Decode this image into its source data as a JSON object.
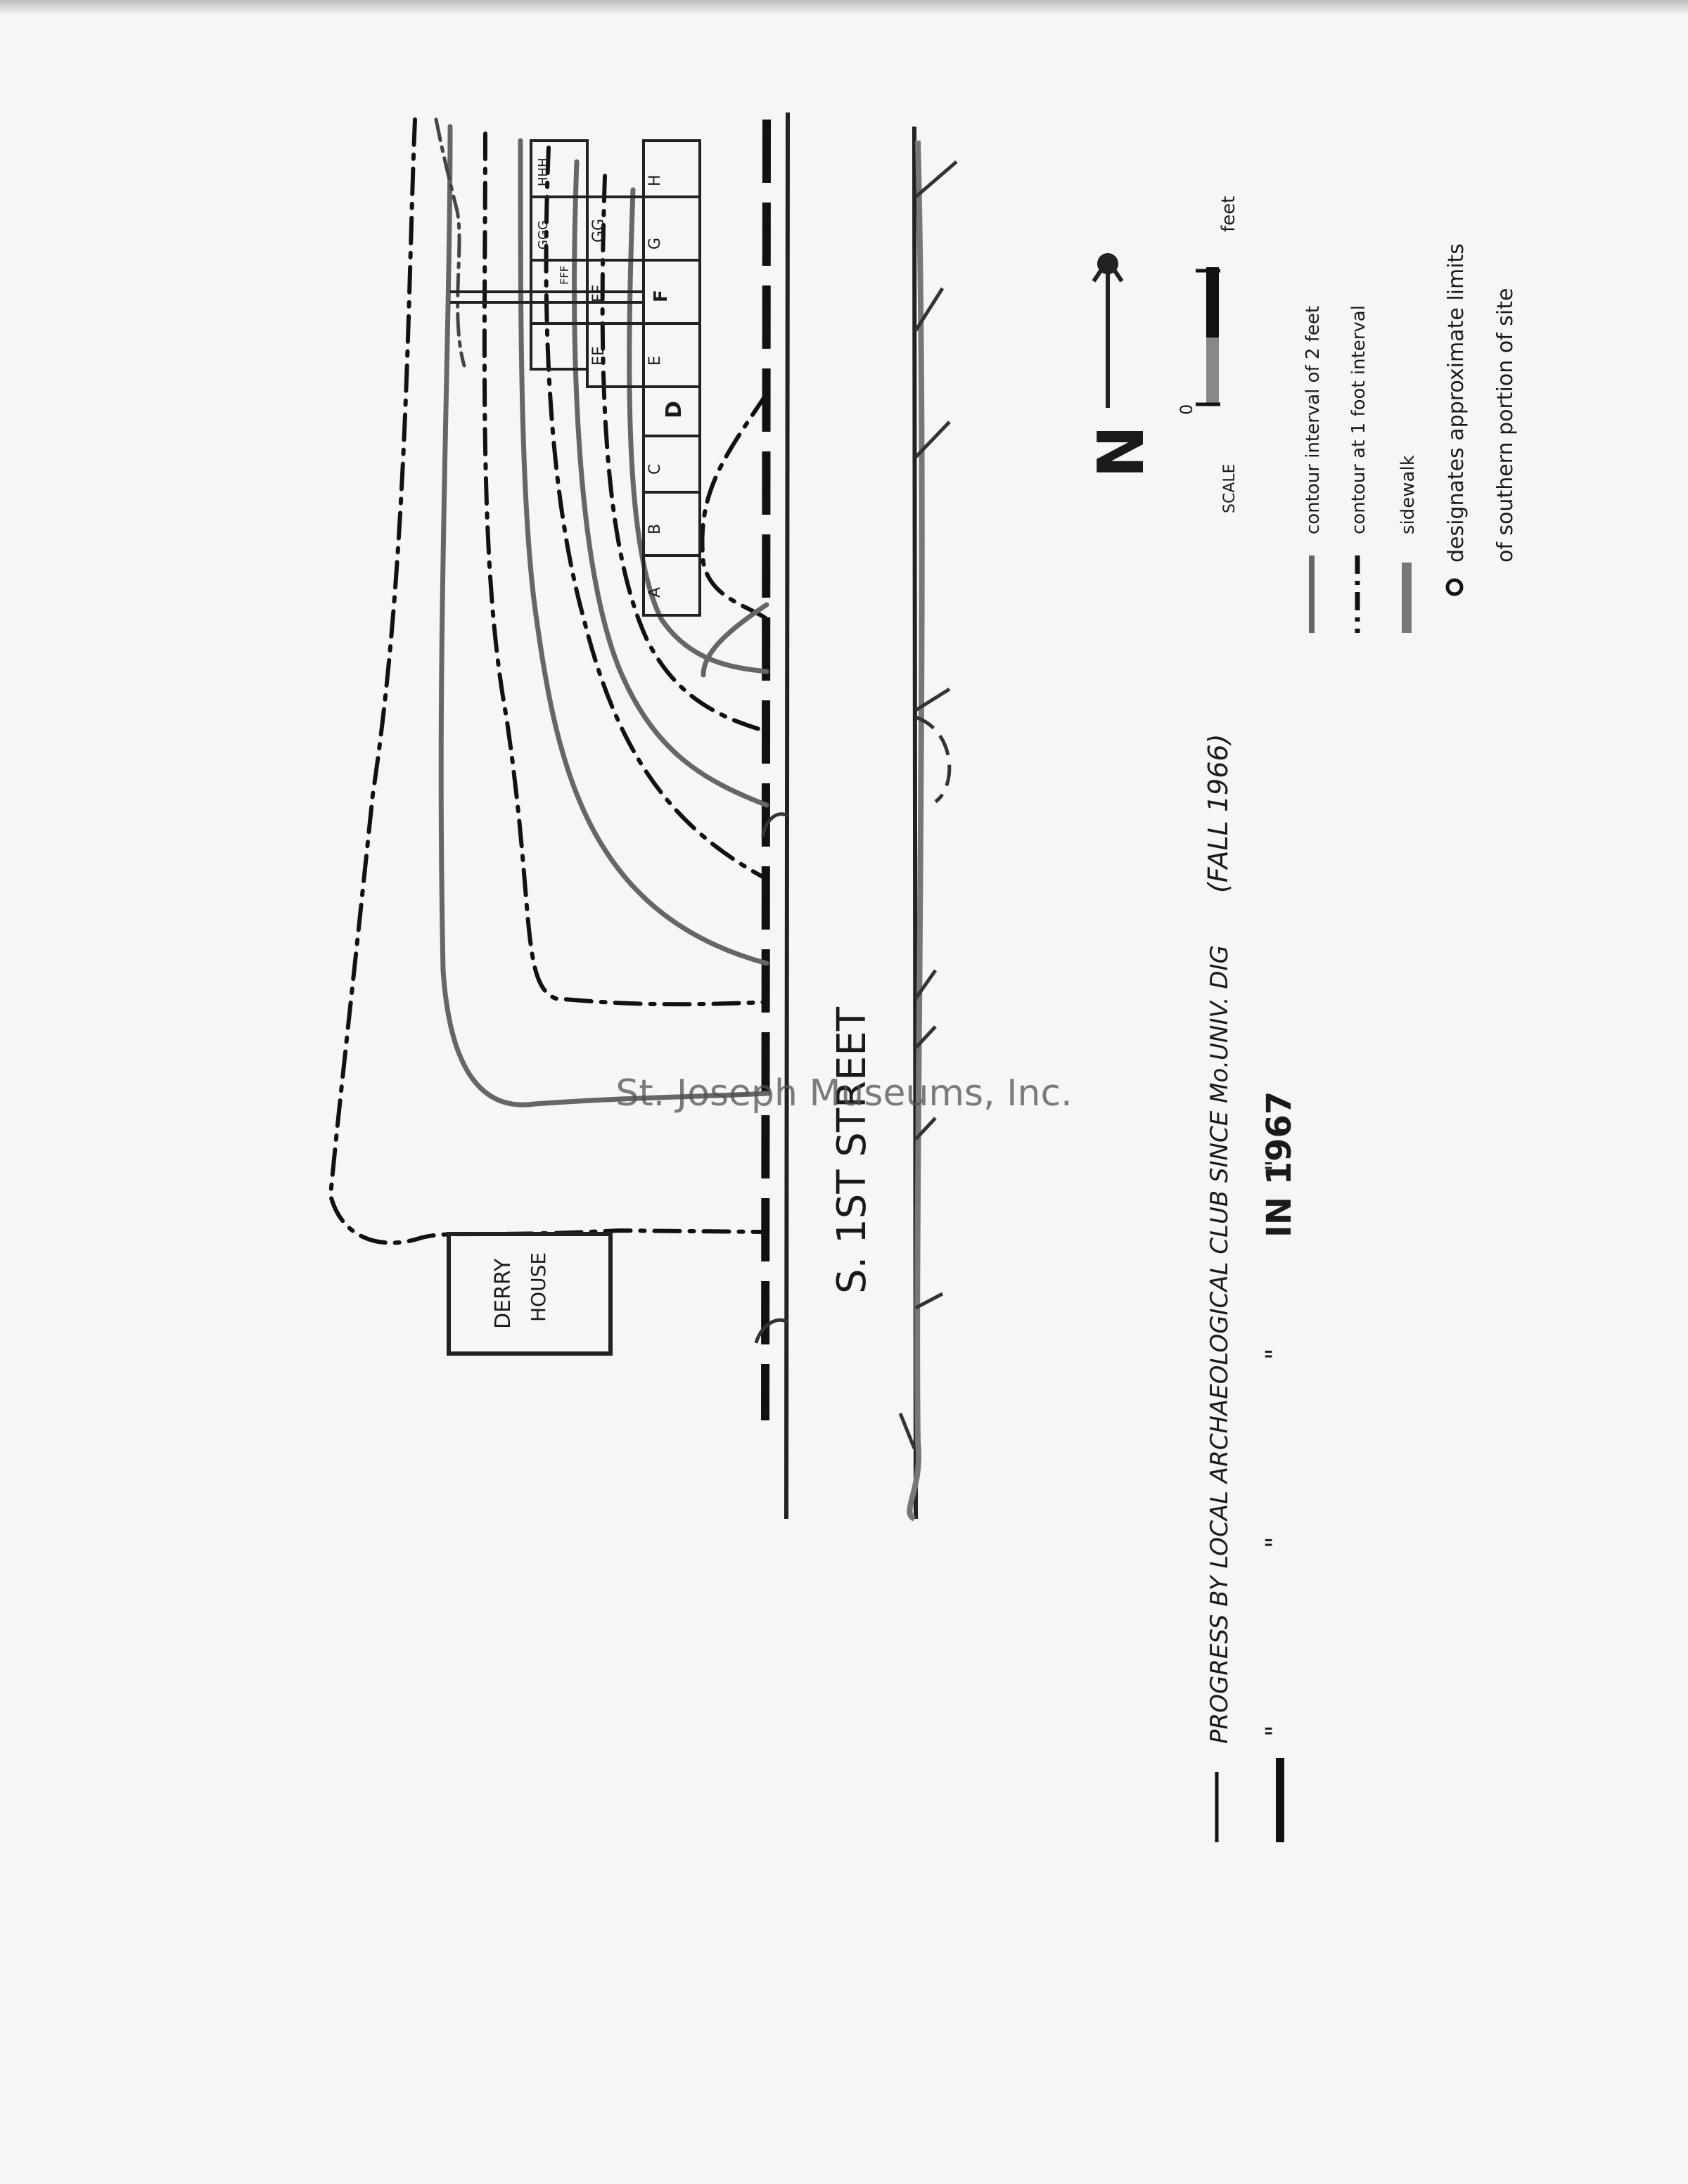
{
  "map": {
    "street_label": "S. 1ST STREET",
    "house_label_line1": "DERRY",
    "house_label_line2": "HOUSE",
    "north_label": "N",
    "scale_word": "SCALE",
    "scale_zero": "0",
    "scale_unit": "feet",
    "units": [
      "A",
      "B",
      "C",
      "D",
      "E",
      "F",
      "G",
      "H",
      "EE",
      "FF",
      "GG",
      "GGG",
      "HHH",
      "FFF"
    ]
  },
  "legend": {
    "items": [
      {
        "label": "contour interval of 2 feet"
      },
      {
        "label": "contour at 1 foot interval"
      },
      {
        "label": "sidewalk"
      },
      {
        "label": "designates approximate limits",
        "label2": "of southern portion of site"
      }
    ]
  },
  "progress": {
    "line1": "PROGRESS BY LOCAL ARCHAEOLOGICAL CLUB SINCE Mo.UNIV. DIG",
    "line1_paren": "(FALL 1966)",
    "line2_marks": "\"   \"   \"   \"",
    "line2_year": "IN 1967"
  },
  "watermark": "St. Joseph Museums, Inc."
}
